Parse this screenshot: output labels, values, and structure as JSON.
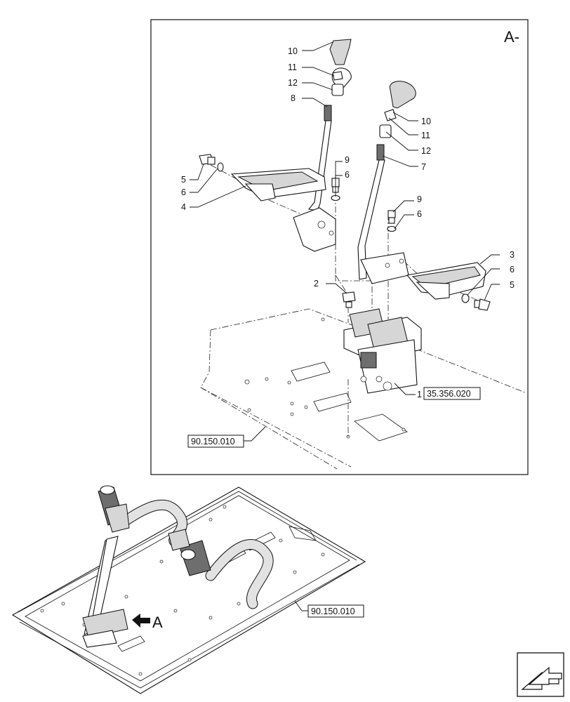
{
  "view_label": "A-",
  "view_arrow_label": "A",
  "callouts": {
    "knob_left": "10",
    "nut_left": "11",
    "bush_left": "12",
    "lever_left": "8",
    "screw_left": "5",
    "washer_left": "6",
    "pedal_left": "4",
    "bolt_mid_top": "9",
    "washer_mid_top": "6",
    "knob_right": "10",
    "nut_right": "11",
    "bush_right": "12",
    "lever_right": "7",
    "bolt_mid_low": "9",
    "washer_mid_low": "6",
    "pedal_right": "3",
    "washer_right": "6",
    "screw_right": "5",
    "bolt_bottom": "2",
    "valve": "1"
  },
  "references": {
    "valve_ref": "35.356.020",
    "floor_ref_detail": "90.150.010",
    "floor_ref_overview": "90.150.010"
  },
  "nav_icon": "previous-page-arrow-icon"
}
